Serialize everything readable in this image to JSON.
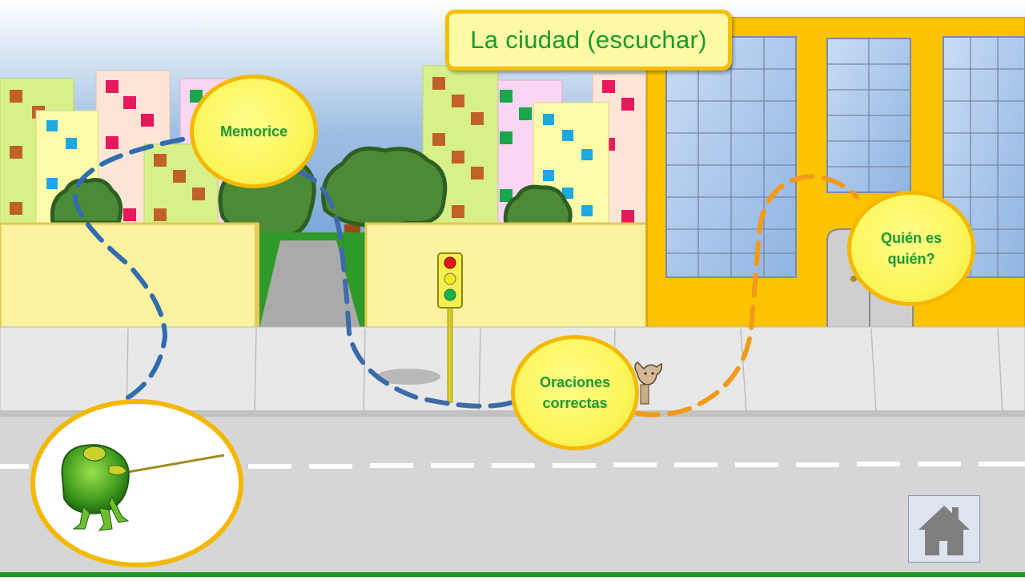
{
  "title": "La ciudad (escuchar)",
  "menu": {
    "memorice": "Memorice",
    "oraciones": "Oraciones\ncorrectas",
    "quien": "Quién es\nquién?"
  },
  "icons": {
    "home": "home-icon",
    "frog": "frog-icon",
    "traffic_light": "traffic-light-icon",
    "dog": "dog-icon"
  },
  "colors": {
    "title_text": "#1d9a2a",
    "bubble_border": "#f5b800",
    "path_blue": "#2f6db0",
    "path_orange": "#f39b18",
    "building_yellow": "#fcc400"
  }
}
